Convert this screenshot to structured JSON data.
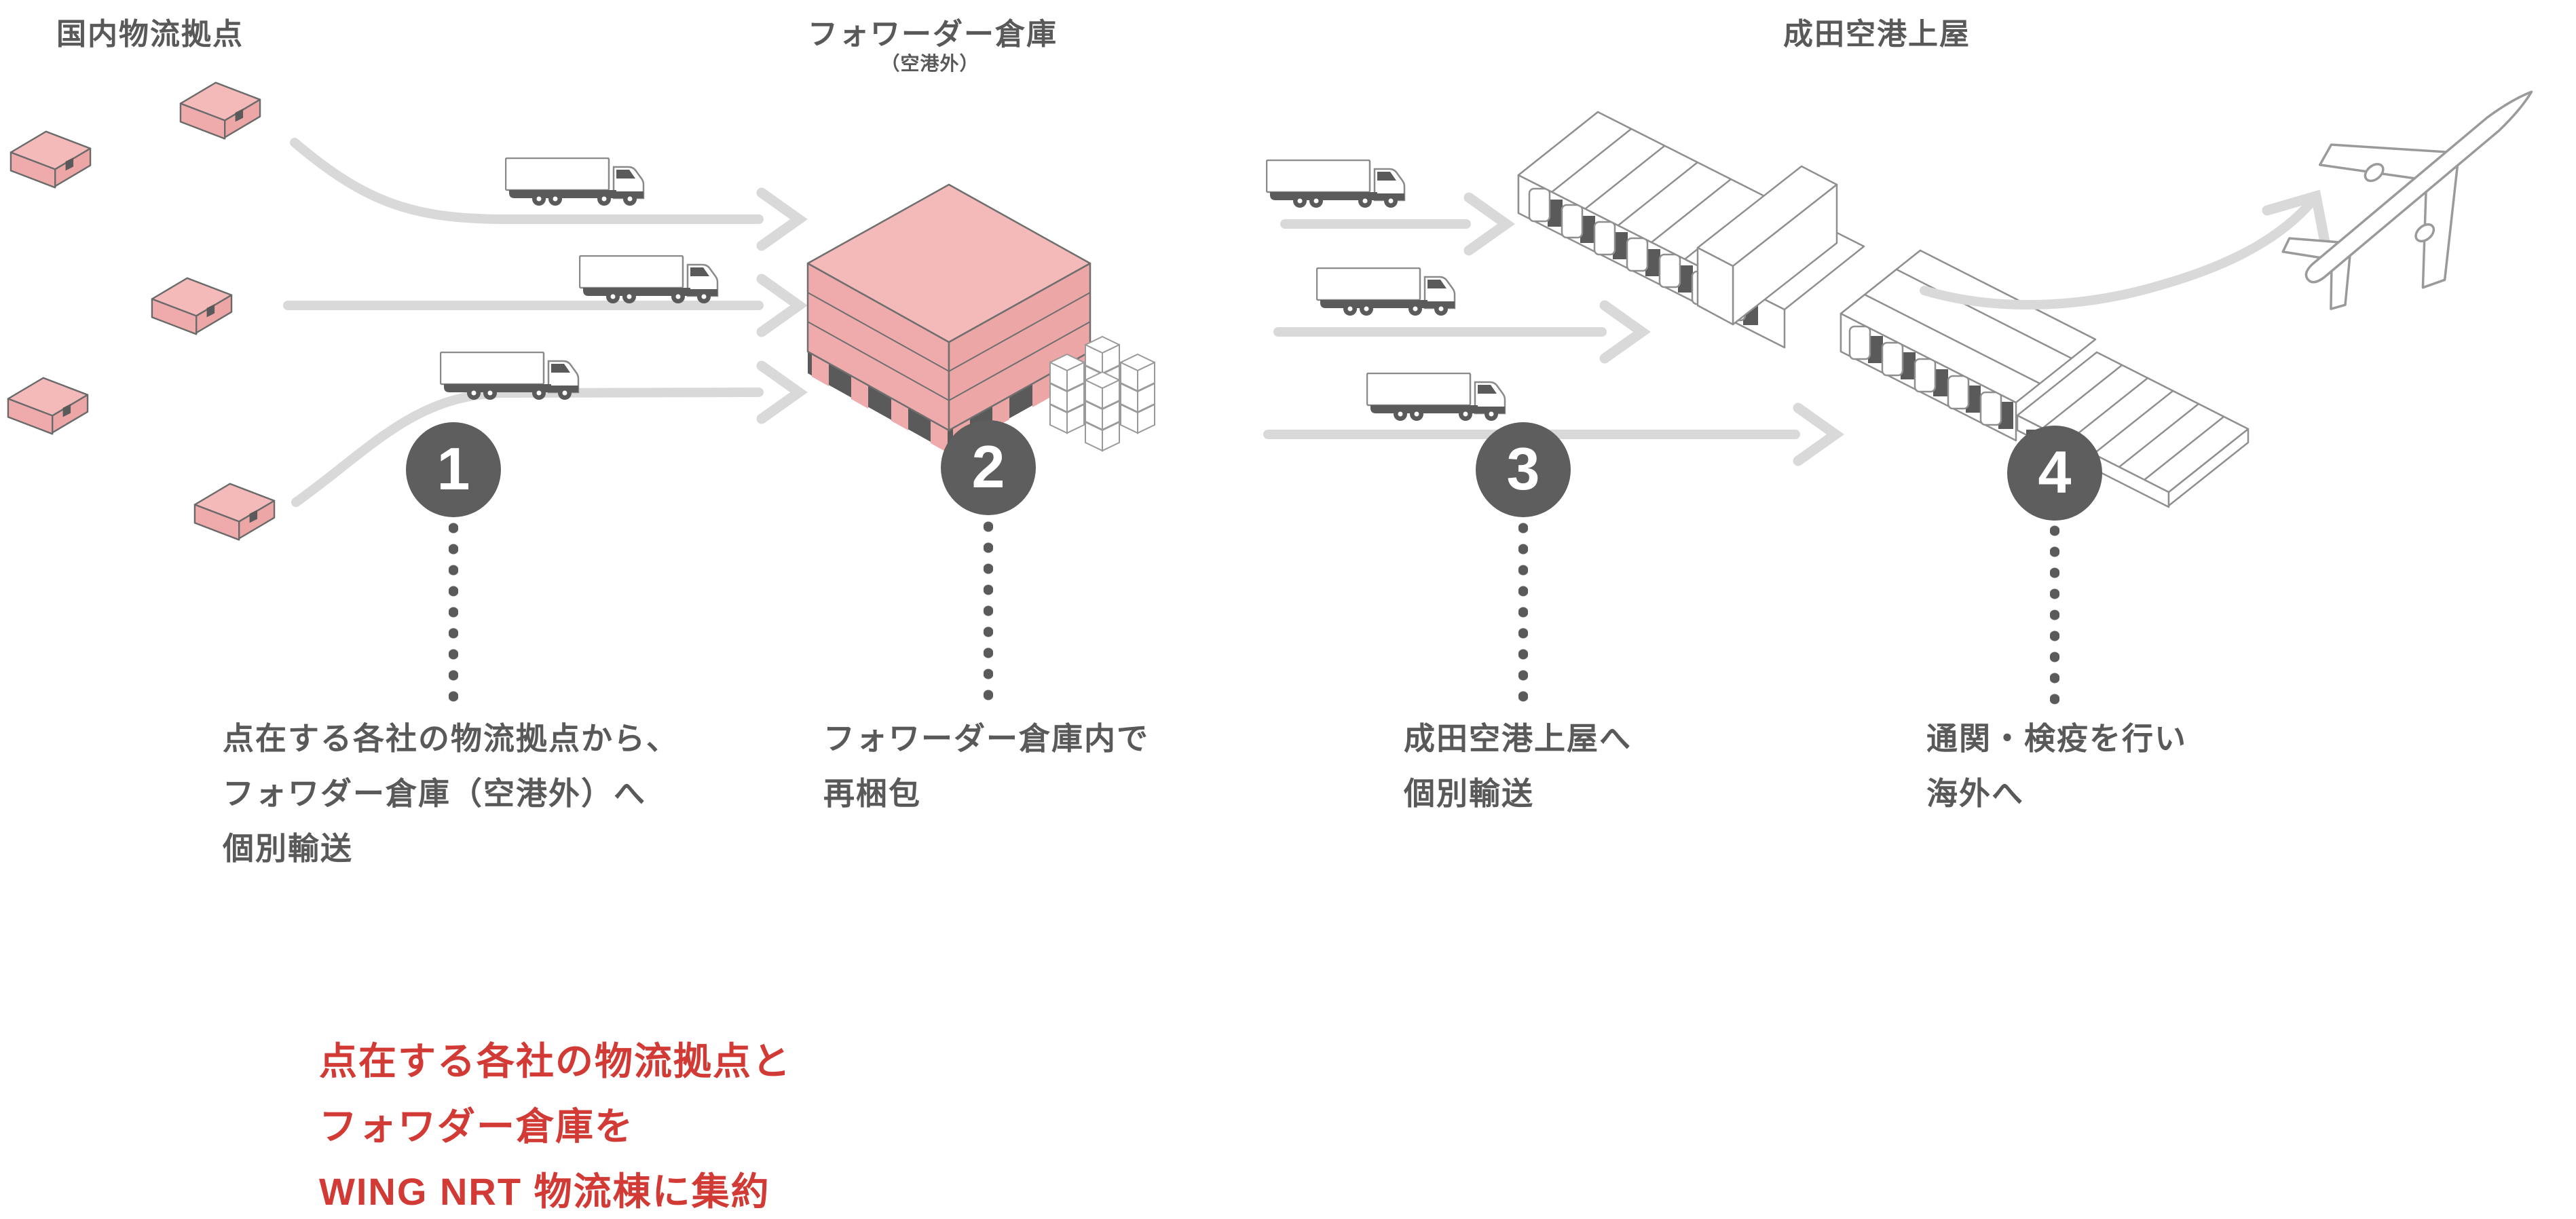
{
  "labels": {
    "domestic": "国内物流拠点",
    "forwarder": "フォワーダー倉庫",
    "forwarder_sub": "（空港外）",
    "narita": "成田空港上屋"
  },
  "steps": [
    {
      "number": "1",
      "lines": [
        "点在する各社の物流拠点から、",
        "フォワダー倉庫（空港外）へ",
        "個別輸送"
      ]
    },
    {
      "number": "2",
      "lines": [
        "フォワーダー倉庫内で",
        "再梱包"
      ]
    },
    {
      "number": "3",
      "lines": [
        "成田空港上屋へ",
        "個別輸送"
      ]
    },
    {
      "number": "4",
      "lines": [
        "通関・検疫を行い",
        "海外へ"
      ]
    }
  ],
  "callout": {
    "lines": [
      "点在する各社の物流拠点と",
      "フォワダー倉庫を",
      "WING NRT 物流棟に集約"
    ]
  },
  "colors": {
    "pink_top": "#f4b9b9",
    "pink_side": "#efabab",
    "pink_side_dark": "#eda6a6",
    "dark_gray": "#5a5a5a",
    "arrow_gray": "#d9d9d9",
    "text_gray": "#595959",
    "callout_red": "#d23b35",
    "outline_gray": "#8f8f8f"
  }
}
